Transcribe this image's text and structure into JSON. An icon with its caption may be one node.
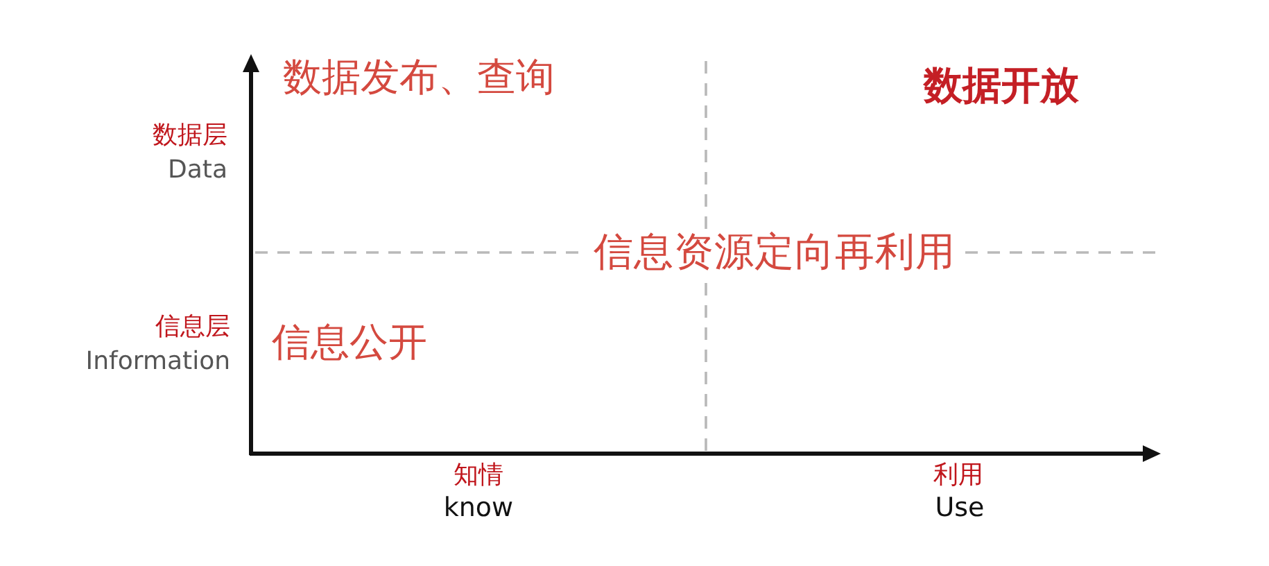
{
  "diagram": {
    "labels": [
      "数据发布、查询",
      "数据开放",
      "数据层",
      "Data",
      "信息资源定向再利用",
      "信息层",
      "Information",
      "信息公开",
      "知情",
      "know",
      "利用",
      "Use"
    ]
  }
}
